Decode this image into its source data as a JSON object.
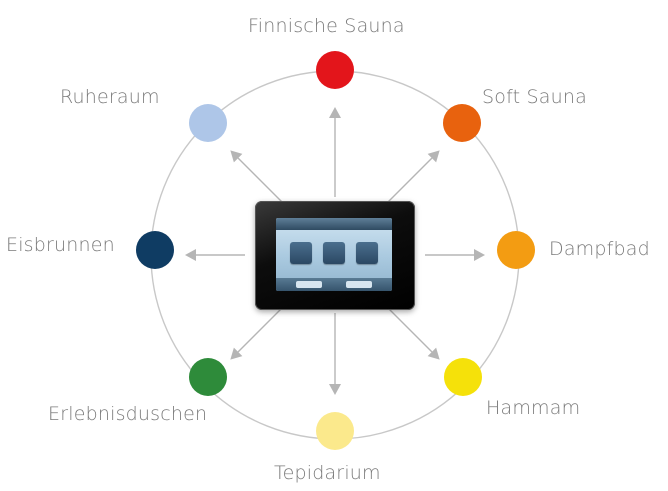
{
  "nodes": [
    {
      "id": "finnische-sauna",
      "label": "Finnische Sauna",
      "color": "#e3151b"
    },
    {
      "id": "soft-sauna",
      "label": "Soft Sauna",
      "color": "#e8620e"
    },
    {
      "id": "dampfbad",
      "label": "Dampfbad",
      "color": "#f39c12"
    },
    {
      "id": "hammam",
      "label": "Hammam",
      "color": "#f5e10a"
    },
    {
      "id": "tepidarium",
      "label": "Tepidarium",
      "color": "#fbe98c"
    },
    {
      "id": "erlebnisduschen",
      "label": "Erlebnisduschen",
      "color": "#2e8b3a"
    },
    {
      "id": "eisbrunnen",
      "label": "Eisbrunnen",
      "color": "#0f3c63"
    },
    {
      "id": "ruheraum",
      "label": "Ruheraum",
      "color": "#aec6e8"
    }
  ],
  "colors": {
    "ring": "#c8c8c8",
    "arrow": "#b5b5b5",
    "label": "#7a7a7a"
  },
  "center_device": {
    "icon": "touch-control-panel-icon"
  }
}
